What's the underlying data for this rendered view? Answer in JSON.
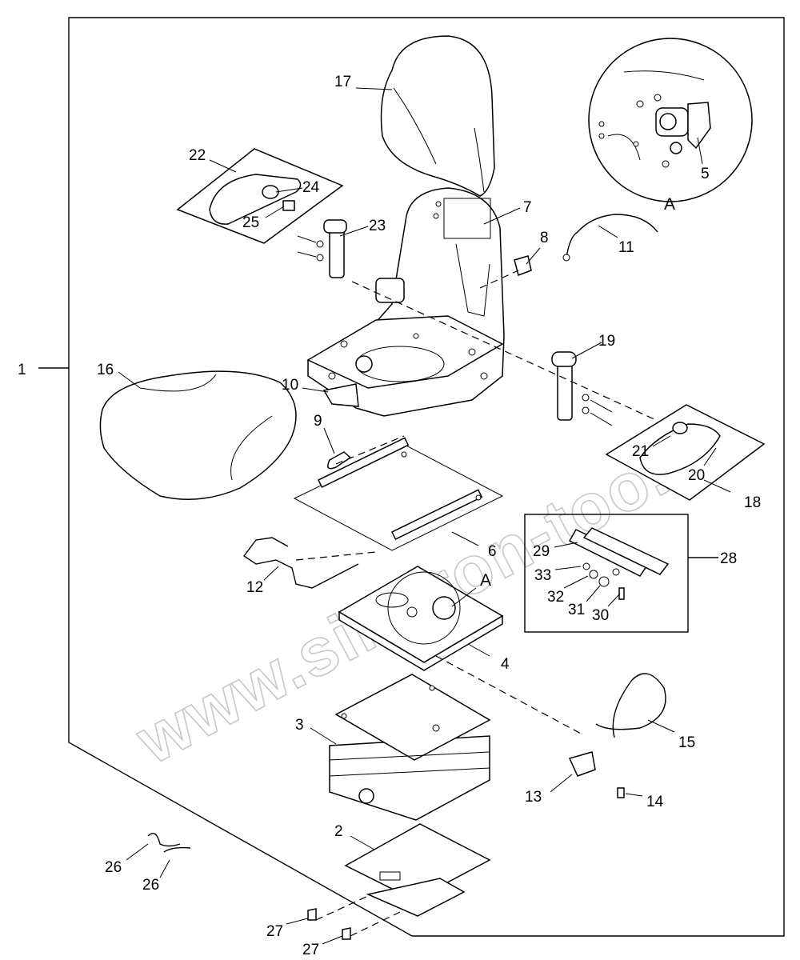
{
  "watermark": "www.sinhron-too.kz",
  "detail_label": "A",
  "callouts": {
    "c1": "1",
    "c2": "2",
    "c3": "3",
    "c4": "4",
    "c5": "5",
    "c6": "6",
    "c7": "7",
    "c8": "8",
    "c9": "9",
    "c10": "10",
    "c11": "11",
    "c12": "12",
    "c13": "13",
    "c14": "14",
    "c15": "15",
    "c16": "16",
    "c17": "17",
    "c18": "18",
    "c19": "19",
    "c20": "20",
    "c21": "21",
    "c22": "22",
    "c23": "23",
    "c24": "24",
    "c25": "25",
    "c26a": "26",
    "c26b": "26",
    "c27a": "27",
    "c27b": "27",
    "c28": "28",
    "c29": "29",
    "c30": "30",
    "c31": "31",
    "c32": "32",
    "c33": "33",
    "cA": "A"
  }
}
